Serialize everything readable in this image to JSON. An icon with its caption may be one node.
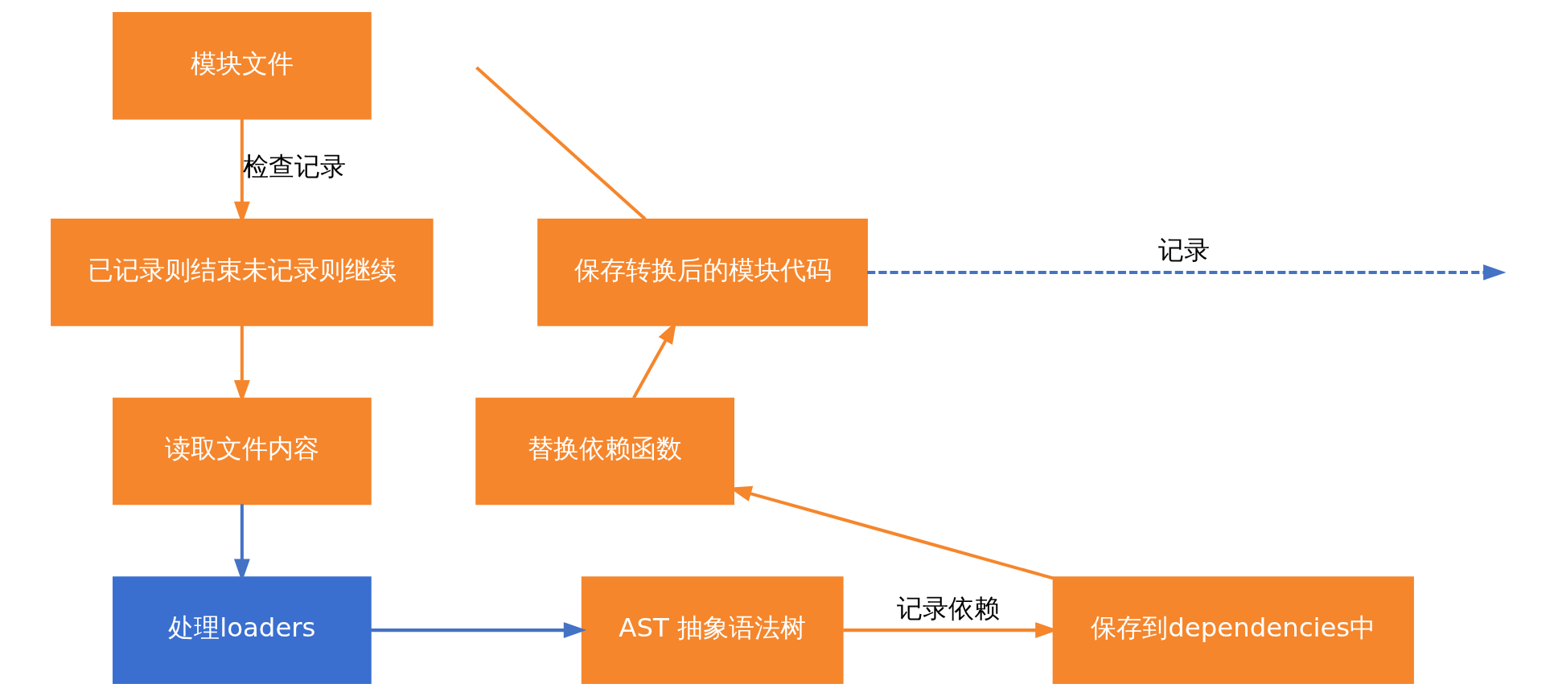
{
  "diagram": {
    "nodes": [
      {
        "text": [
          "模块文件"
        ]
      },
      {
        "text": [
          "已记录则结束未记录则继续"
        ]
      },
      {
        "text": [
          "读取文件内容"
        ]
      },
      {
        "text": [
          "处理loaders"
        ]
      },
      {
        "text": [
          "AST 抽象语法树"
        ]
      },
      {
        "text": [
          "保存到dependencies中"
        ]
      },
      {
        "text": [
          "替换依赖函数"
        ]
      },
      {
        "text": [
          "保存转换后的模块代码"
        ]
      }
    ],
    "edges": [
      {
        "from": 0,
        "to": 1,
        "arrow": "to",
        "label": "检查记录"
      },
      {
        "from": 1,
        "to": 2,
        "arrow": "to"
      },
      {
        "from": 2,
        "to": 3,
        "arrow": "to",
        "color": "#4472c4"
      },
      {
        "from": 3,
        "to": 4,
        "arrow": "to",
        "color": "#4472c4"
      },
      {
        "from": 4,
        "to": 5,
        "arrow": "to",
        "label": "记录依赖"
      },
      {
        "from": 5,
        "to": 6,
        "arrow": "to"
      },
      {
        "from": 6,
        "to": 7,
        "arrow": "to"
      },
      {
        "from": 7,
        "to": null,
        "arrow": "to",
        "label": "记录",
        "style": "dashed",
        "color": "#4472c4"
      },
      {
        "from": 7,
        "to": null,
        "arrow": "none"
      }
    ]
  }
}
